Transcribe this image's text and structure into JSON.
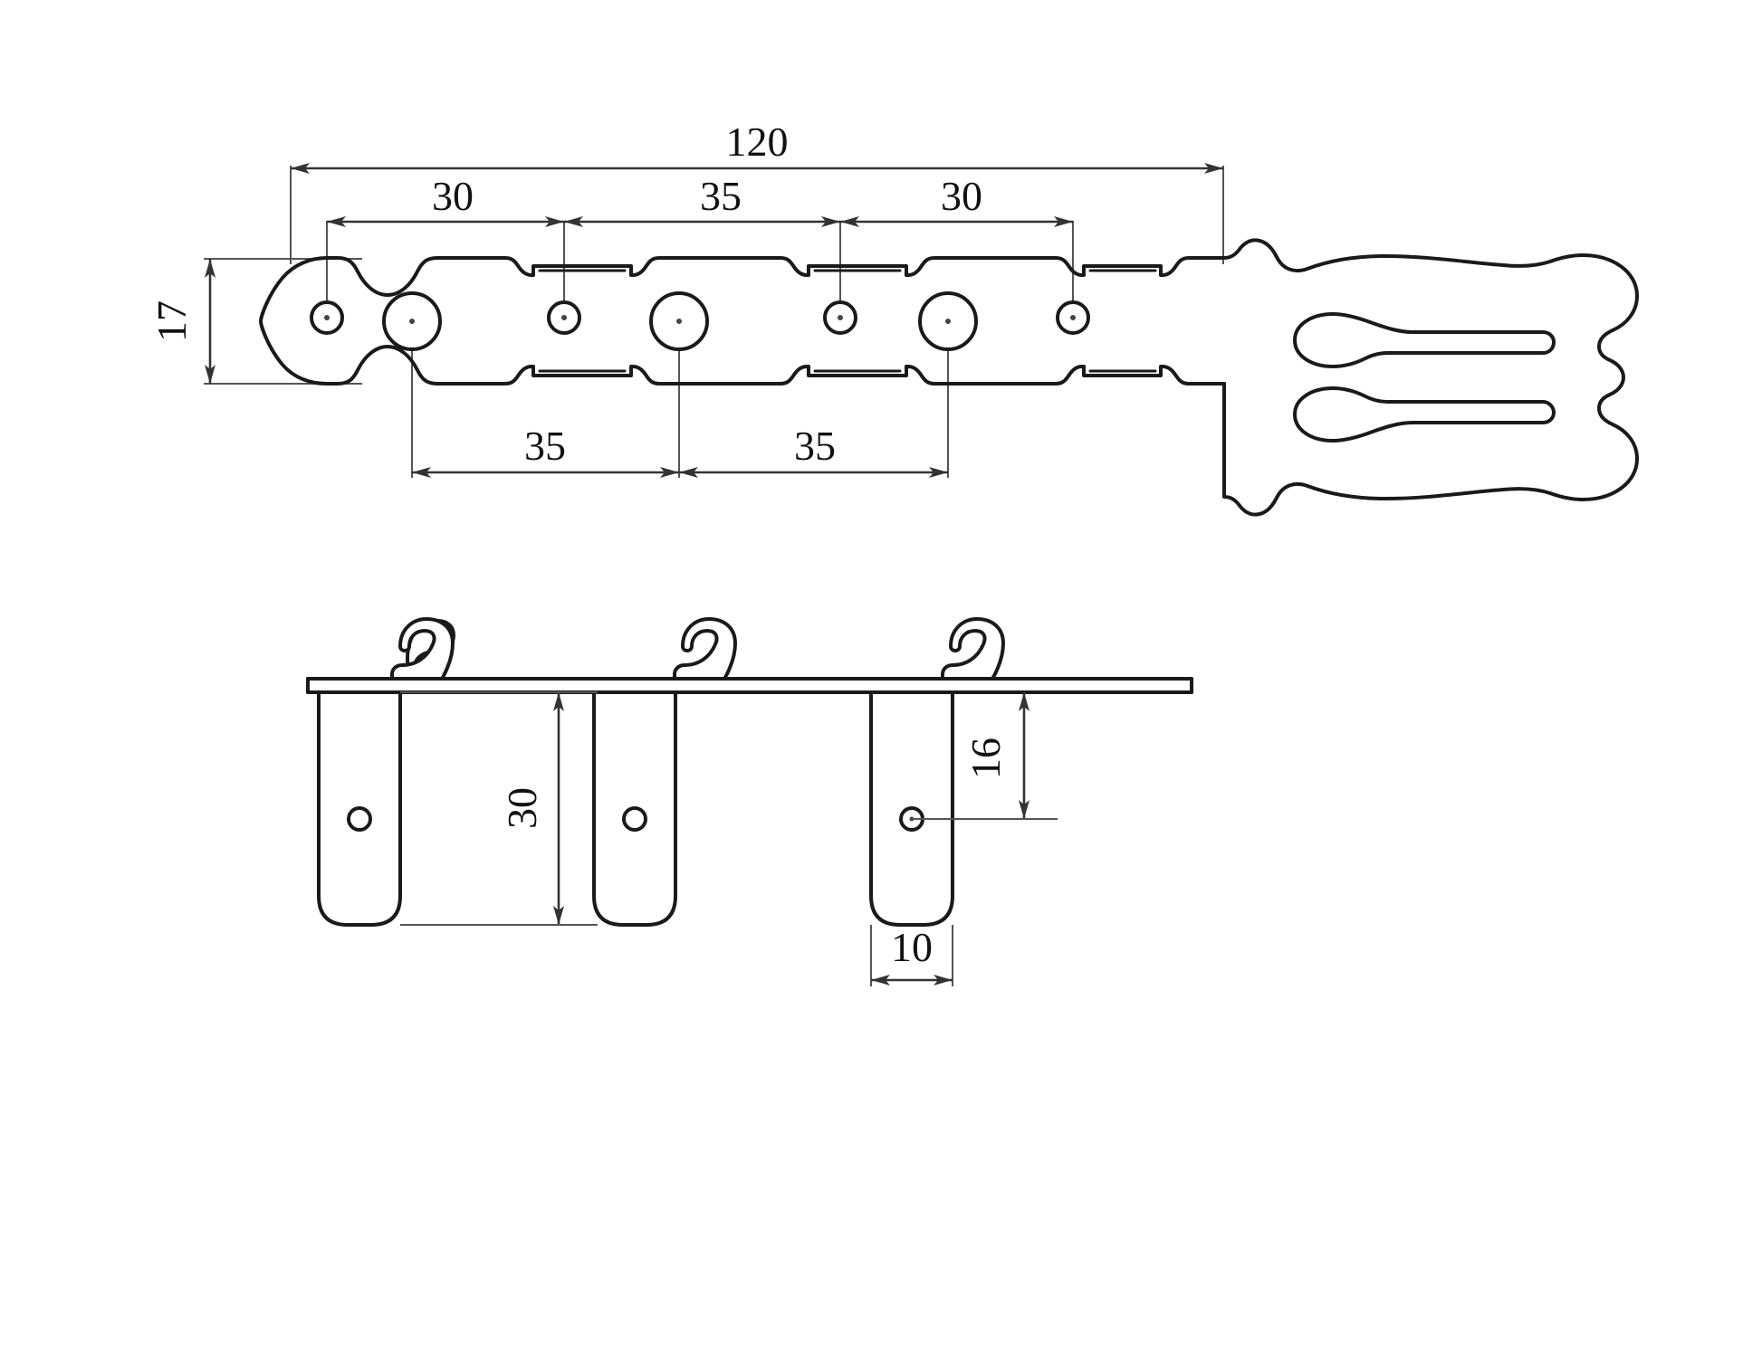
{
  "drawing": {
    "title": "guitar-bridge-technical-drawing",
    "units": "mm",
    "line_color": "#1a1a1a",
    "dim_color": "#444444",
    "background": "#ffffff"
  },
  "top_view": {
    "name": "plan-view",
    "overall_length": "120",
    "overall_height": "17",
    "upper_chain": [
      "30",
      "35",
      "30"
    ],
    "lower_chain": [
      "35",
      "35"
    ],
    "holes": {
      "small_count": 4,
      "large_count": 3
    }
  },
  "bottom_view": {
    "name": "side-elevation-view",
    "leg_height": "30",
    "hole_offset": "16",
    "leg_width": "10",
    "hook_count": 3,
    "leg_count": 3
  },
  "dimensions": {
    "d120": "120",
    "d30a": "30",
    "d35a": "35",
    "d30b": "30",
    "d17": "17",
    "d35b": "35",
    "d35c": "35",
    "d30c": "30",
    "d16": "16",
    "d10": "10"
  }
}
